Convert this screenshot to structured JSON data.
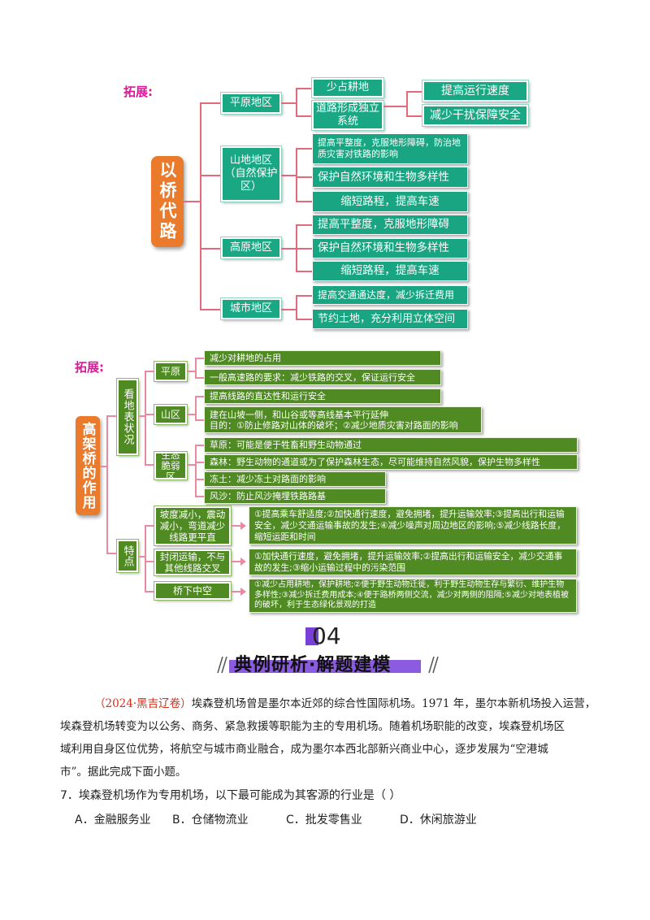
{
  "diagram1": {
    "kuozhan": "拓展:",
    "root": "以桥代路",
    "regions": [
      {
        "label": "平原地区",
        "items": [
          "少占耕地",
          "道路形成独立系统"
        ],
        "sub": [
          "提高运行速度",
          "减少干扰保障安全"
        ]
      },
      {
        "label": "山地地区（自然保护区）",
        "items": [
          "提高平整度，克服地形障碍，防治地质灾害对铁路的影响",
          "保护自然环境和生物多样性",
          "缩短路程，提高车速"
        ]
      },
      {
        "label": "高原地区",
        "items": [
          "提高平整度，克服地形障碍",
          "保护自然环境和生物多样性",
          "缩短路程，提高车速"
        ]
      },
      {
        "label": "城市地区",
        "items": [
          "提高交通通达度，减少拆迁费用",
          "节约土地，充分利用立体空间"
        ]
      }
    ]
  },
  "diagram2": {
    "kuozhan": "拓展:",
    "root": "高架桥的作用",
    "branch1": "看地表状况",
    "branch2": "特点",
    "terrain": [
      {
        "label": "平原",
        "items": [
          "减少对耕地的占用",
          "一般高速路的要求：减少铁路的交叉，保证运行安全"
        ]
      },
      {
        "label": "山区",
        "items": [
          "提高线路的直达性和运行安全",
          "建在山坡一侧，和山谷或等高线基本平行延伸\n目的：①防止修路对山体的破坏；②减少地质灾害对路面的影响"
        ]
      },
      {
        "label": "生态脆弱区",
        "items": [
          "草原：可能是便于牲畜和野生动物通过",
          "森林：野生动物的通道或为了保护森林生态，尽可能维持自然风貌，保护生物多样性",
          "冻土：减少冻土对路面的影响",
          "风沙：防止风沙掩埋铁路路基"
        ]
      }
    ],
    "features": [
      {
        "label": "坡度减小，震动减小，弯道减少线路更平直",
        "result": "①提高乘车舒适度;②加快通行速度，避免拥堵，提升运输效率;③提高出行和运输安全，减少交通运输事故的发生;④减少噪声对周边地区的影响;⑤减少线路长度，缩短运距和时间"
      },
      {
        "label": "封闭运输，不与其他线路交叉",
        "result": "①加快通行速度，避免拥堵，提升运输效率;②提高出行和运输安全，减少交通事故的发生;③缩小运输过程中的污染范围"
      },
      {
        "label": "桥下中空",
        "result": "①减少占用耕地，保护耕地;②便于野生动物迁徙，利于野生动物生存与繁衍、维护生物多样性;③减少拆迁费用成本;④便于路桥两侧交流，减少对两侧的阻隔;⑤减少对地表植被的破坏，利于生态绿化景观的打造"
      }
    ]
  },
  "section": {
    "number": "04",
    "title": "典例研析·解题建模"
  },
  "question": {
    "source": "（2024·黑吉辽卷）",
    "text1": "埃森登机场曾是墨尔本近郊的综合性国际机场。1971 年，墨尔本新机场投入运营，",
    "text2": "埃森登机场转变为以公务、商务、紧急救援等职能为主的专用机场。随着机场职能的改变，埃森登机场区",
    "text3": "域利用自身区位优势，将航空与城市商业融合，成为墨尔本西北部新兴商业中心，逐步发展为“空港城",
    "text4": "市”。据此完成下面小题。",
    "stem": "7．埃森登机场作为专用机场，以下最可能成为其客源的行业是（    ）",
    "options": [
      "A．金融服务业",
      "B．仓储物流业",
      "C．批发零售业",
      "D．休闲旅游业"
    ]
  }
}
